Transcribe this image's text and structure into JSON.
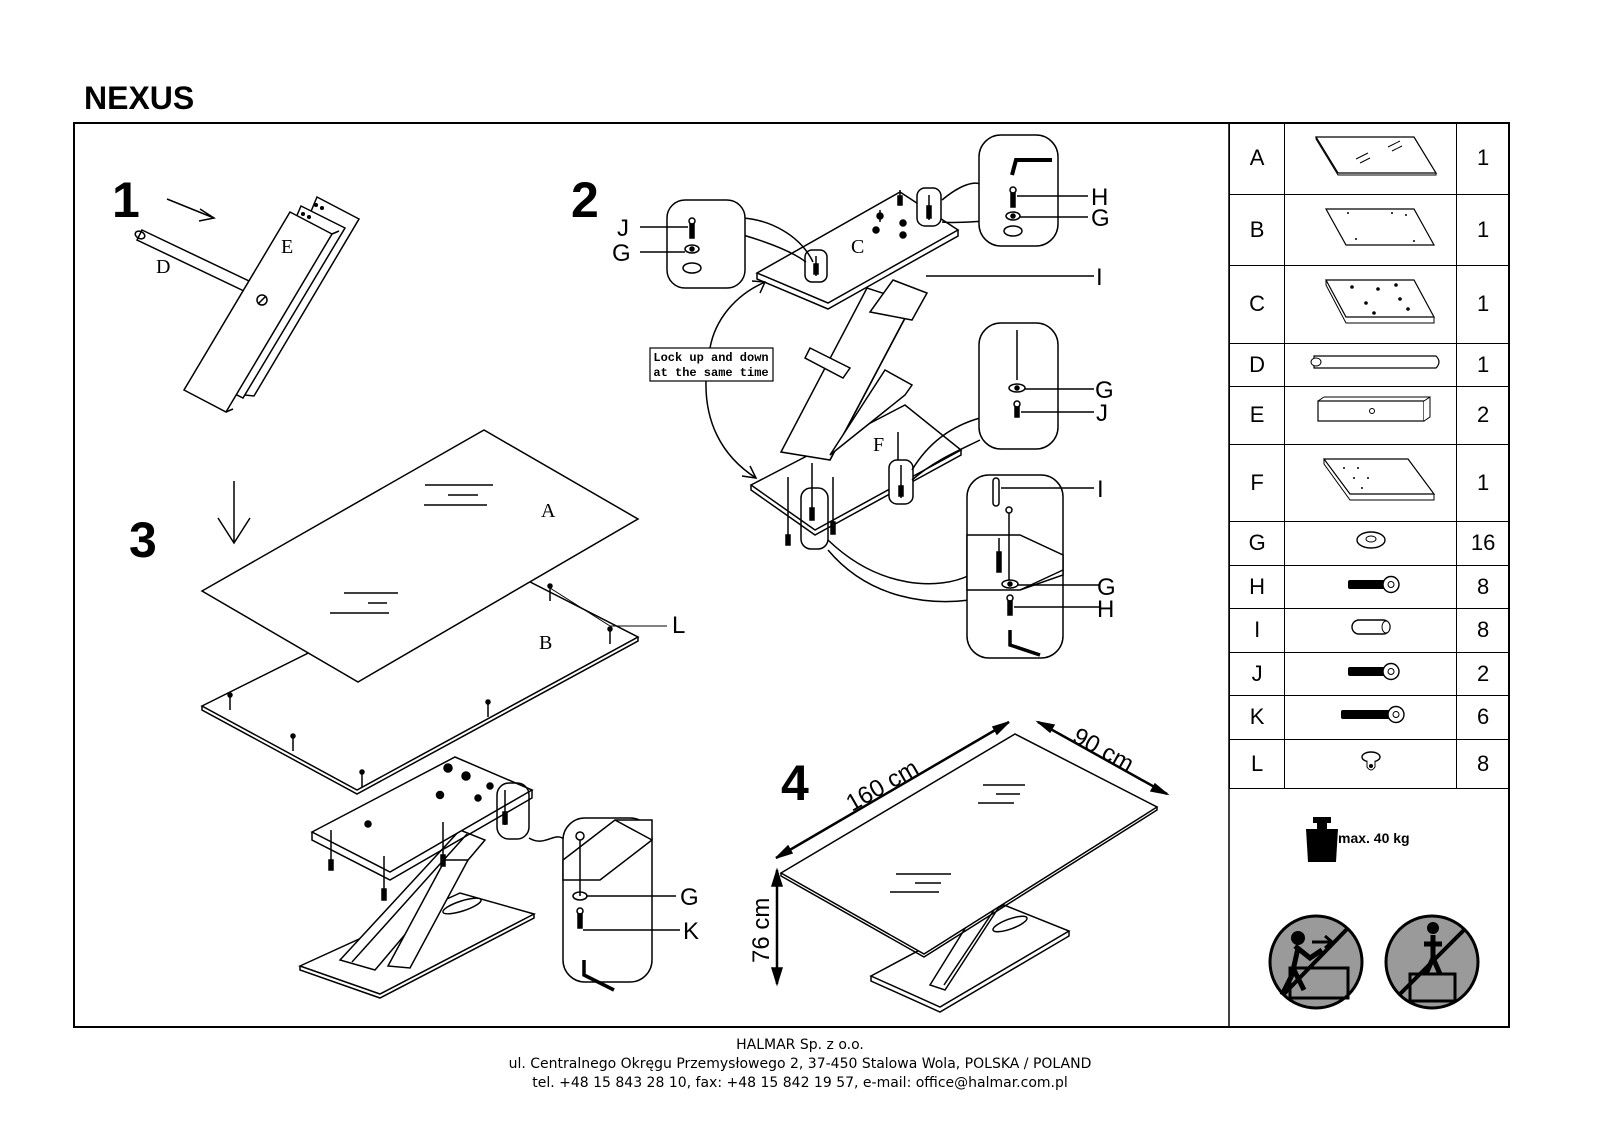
{
  "title": "NEXUS",
  "steps": [
    "1",
    "2",
    "3",
    "4"
  ],
  "step1": {
    "label_D": "D",
    "label_E": "E"
  },
  "step2": {
    "label_C": "C",
    "label_F": "F",
    "note_line1": "Lock up and down",
    "note_line2": "at the same time",
    "callout_top_left": [
      "J",
      "G"
    ],
    "callout_top_right": [
      "H",
      "G"
    ],
    "callout_I": "I",
    "callout_mid_right": [
      "G",
      "J"
    ],
    "callout_bottom_right": [
      "I",
      "G",
      "H"
    ]
  },
  "step3": {
    "label_A": "A",
    "label_B": "B",
    "label_L": "L",
    "callout": [
      "G",
      "K"
    ]
  },
  "step4": {
    "length": "160 cm",
    "width": "90 cm",
    "height": "76 cm"
  },
  "parts": [
    {
      "letter": "A",
      "icon": "glass-top-icon",
      "qty": "1"
    },
    {
      "letter": "B",
      "icon": "panel-icon",
      "qty": "1"
    },
    {
      "letter": "C",
      "icon": "drilled-board-icon",
      "qty": "1"
    },
    {
      "letter": "D",
      "icon": "rod-icon",
      "qty": "1"
    },
    {
      "letter": "E",
      "icon": "leg-beam-icon",
      "qty": "2"
    },
    {
      "letter": "F",
      "icon": "base-plate-icon",
      "qty": "1"
    },
    {
      "letter": "G",
      "icon": "washer-icon",
      "qty": "16"
    },
    {
      "letter": "H",
      "icon": "bolt-icon",
      "qty": "8"
    },
    {
      "letter": "I",
      "icon": "dowel-icon",
      "qty": "8"
    },
    {
      "letter": "J",
      "icon": "bolt-icon",
      "qty": "2"
    },
    {
      "letter": "K",
      "icon": "long-bolt-icon",
      "qty": "6"
    },
    {
      "letter": "L",
      "icon": "suction-pad-icon",
      "qty": "8"
    }
  ],
  "max_load": "max. 40 kg",
  "footer": {
    "company": "HALMAR Sp. z o.o.",
    "address": "ul. Centralnego Okręgu Przemysłowego 2, 37-450 Stalowa Wola, POLSKA / POLAND",
    "contact": "tel. +48 15 843 28 10, fax: +48 15 842 19 57, e-mail: office@halmar.com.pl"
  }
}
